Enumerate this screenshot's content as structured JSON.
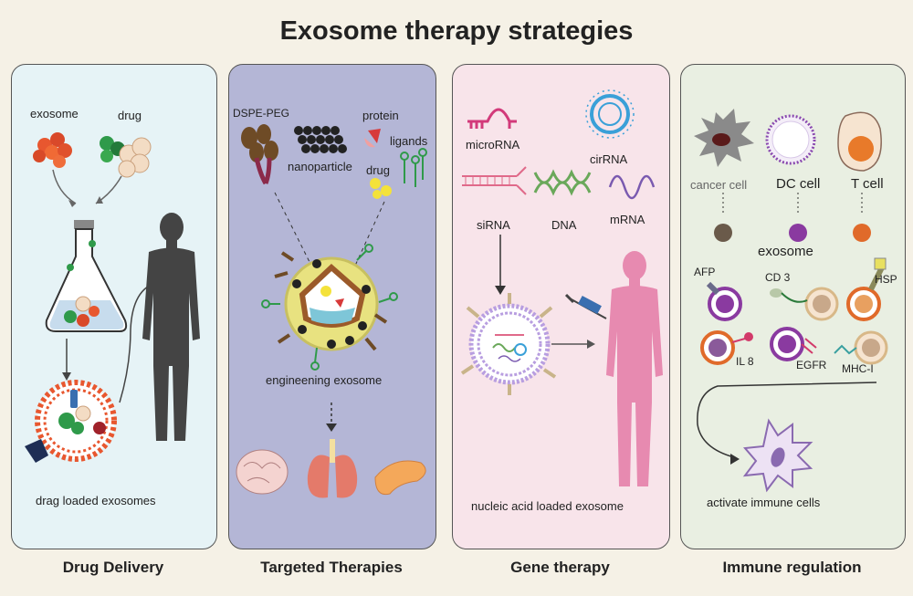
{
  "title": "Exosome therapy strategies",
  "panels": {
    "drug_delivery": {
      "caption": "Drug Delivery",
      "labels": {
        "exosome": "exosome",
        "drug": "drug",
        "loaded": "drag loaded exosomes"
      }
    },
    "targeted": {
      "caption": "Targeted Therapies",
      "labels": {
        "dspe": "DSPE-PEG",
        "nanoparticle": "nanoparticle",
        "protein": "protein",
        "ligands": "ligands",
        "drug": "drug",
        "engineered": "engineening exosome"
      }
    },
    "gene": {
      "caption": "Gene therapy",
      "labels": {
        "microrna": "microRNA",
        "cirrna": "cirRNA",
        "sirna": "siRNA",
        "dna": "DNA",
        "mrna": "mRNA",
        "loaded": "nucleic acid loaded exosome"
      }
    },
    "immune": {
      "caption": "Immune regulation",
      "labels": {
        "cancer": "cancer cell",
        "dc": "DC cell",
        "tcell": "T cell",
        "exosome": "exosome",
        "afp": "AFP",
        "cd3": "CD 3",
        "hsp": "HSP",
        "il8": "IL 8",
        "egfr": "EGFR",
        "mhc": "MHC-I",
        "activate": "activate immune cells"
      }
    }
  }
}
